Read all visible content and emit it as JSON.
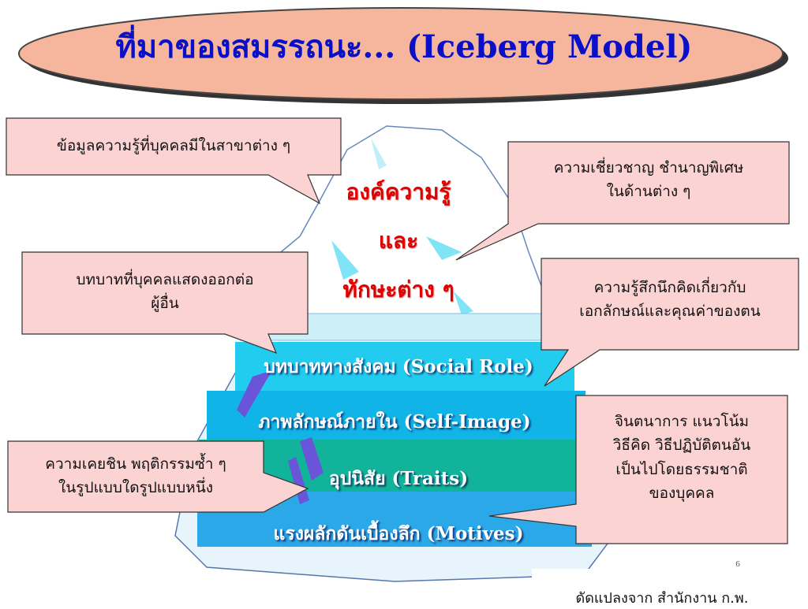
{
  "title": "ที่มาของสมรรถนะ... (Iceberg  Model)",
  "tip_words": [
    "องค์ความรู้",
    "และ",
    "ทักษะต่าง ๆ"
  ],
  "layers": [
    {
      "label": "บทบาททางสังคม (Social Role)",
      "color": "#22ccee"
    },
    {
      "label": "ภาพลักษณ์ภายใน (Self-Image)",
      "color": "#10b4e6"
    },
    {
      "label": "อุปนิสัย (Traits)",
      "color": "#11b39a"
    },
    {
      "label": "แรงผลักดันเบื้องลึก (Motives)",
      "color": "#2aa8e8"
    }
  ],
  "callouts": {
    "knowledge": "ข้อมูลความรู้ที่บุคคลมีในสาขาต่าง ๆ",
    "skills": [
      "ความเชี่ยวชาญ  ชำนาญพิเศษ",
      "ในด้านต่าง ๆ"
    ],
    "social_role": [
      "บทบาทที่บุคคลแสดงออกต่อ",
      "ผู้อื่น"
    ],
    "self_image": [
      "ความรู้สึกนึกคิดเกี่ยวกับ",
      "เอกลักษณ์และคุณค่าของตน"
    ],
    "traits": [
      "ความเคยชิน พฤติกรรมซ้ำ ๆ",
      "ในรูปแบบใดรูปแบบหนึ่ง"
    ],
    "motives": [
      "จินตนาการ แนวโน้ม",
      "วิธีคิด วิธีปฏิบัติตนอัน",
      "เป็นไปโดยธรรมชาติ",
      "ของบุคคล"
    ]
  },
  "page_number": "6",
  "source": "ดัดแปลงจาก สำนักงาน ก.พ.",
  "colors": {
    "callout_fill": "#fbd3d3",
    "title_fill": "#f5b69d",
    "title_text": "#0a10c8",
    "tip_text": "#e00000"
  }
}
